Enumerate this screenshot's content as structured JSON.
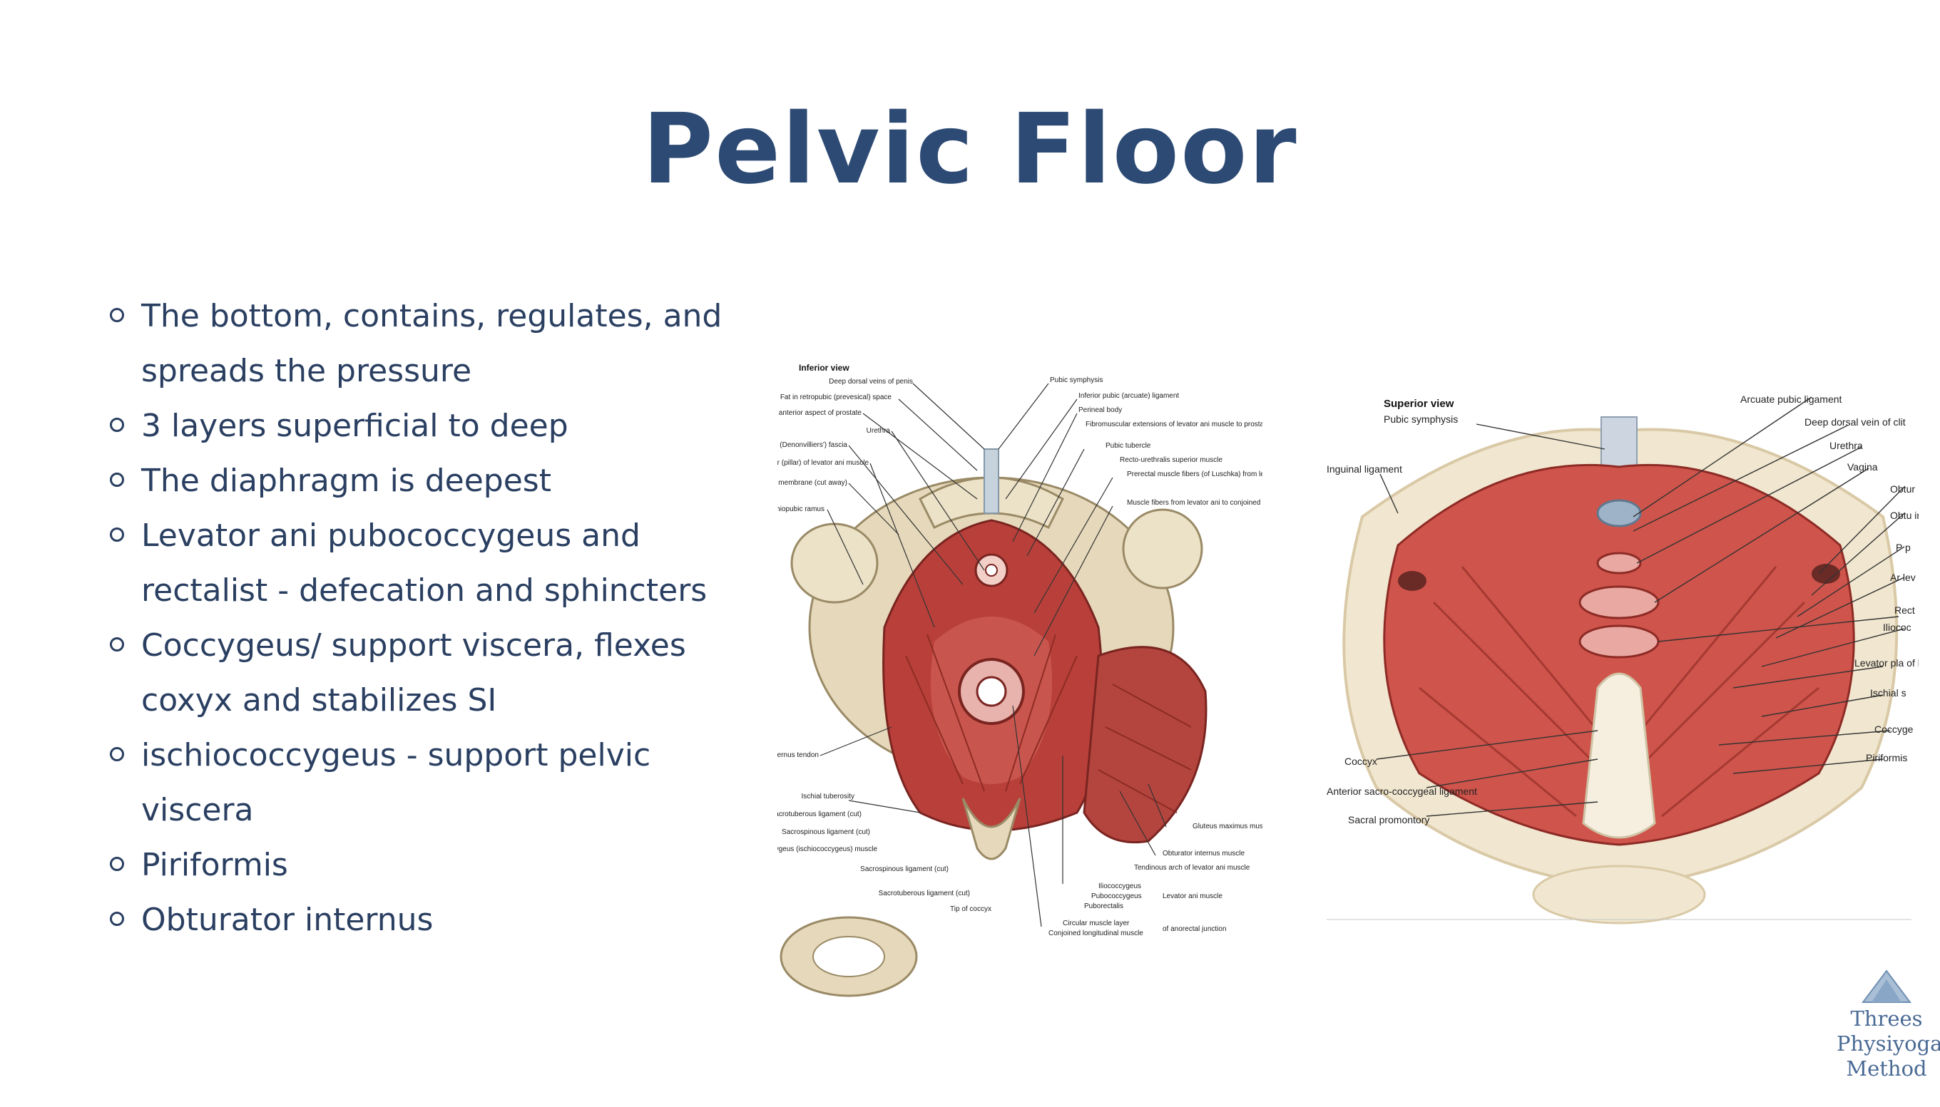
{
  "slide": {
    "title": "Pelvic Floor",
    "bullets": [
      "The bottom, contains, regulates, and spreads the pressure",
      "3 layers superficial to deep",
      "The diaphragm is deepest",
      "Levator ani pubococcygeus and rectalist - defecation and sphincters",
      "Coccygeus/ support viscera, flexes coxyx and stabilizes SI",
      "ischiococcygeus - support pelvic viscera",
      "Piriformis",
      "Obturator internus"
    ]
  },
  "figure_left": {
    "view_label": "Inferior view",
    "labels_left": [
      "Deep dorsal veins of penis",
      "Fat in retropubic (prevesical) space",
      "Sphincter urethrae muscle ascending anterior aspect of prostate",
      "Urethra",
      "Rectoprostatic (Denonvilliers') fascia",
      "Medial border (pillar) of levator ani muscle",
      "Perineal membrane (cut away)",
      "Ischiopubic ramus",
      "Obturator internus tendon",
      "Ischial tuberosity",
      "Sacrotuberous ligament (cut)",
      "Sacrospinous ligament (cut)",
      "Coccygeus (ischiococcygeus) muscle",
      "Sacrospinous ligament (cut)",
      "Sacrotuberous ligament (cut)",
      "Tip of coccyx"
    ],
    "labels_right": [
      "Pubic symphysis",
      "Inferior pubic (arcuate) ligament",
      "Perineal body",
      "Fibromuscular extensions of levator ani muscle to prostate",
      "Pubic tubercle",
      "Recto-urethralis superior muscle",
      "Prerectal muscle fibers (of Luschka) from levator ani muscle",
      "Muscle fibers from levator ani to conjoined longitudinal muscle of anal canal",
      "Gluteus maximus muscle",
      "Obturator internus muscle",
      "Tendinous arch of levator ani muscle",
      "Iliococcygeus",
      "Pubococcygeus",
      "Puborectalis",
      "Levator ani muscle",
      "Circular muscle layer",
      "Conjoined longitudinal muscle",
      "of anorectal junction"
    ]
  },
  "figure_right": {
    "view_label": "Superior view",
    "labels_left": [
      "Pubic symphysis",
      "Inguinal ligament",
      "Coccyx",
      "Anterior sacro-coccygeal ligament",
      "Sacral promontory"
    ],
    "labels_right": [
      "Arcuate pubic ligament",
      "Deep dorsal vein of clit",
      "Urethra",
      "Vagina",
      "Obtur",
      "Obtu inter",
      "P p",
      "Ar lev",
      "Rect",
      "Iliococ",
      "Levator pla of levator a",
      "Ischial s",
      "Coccyge",
      "Piriformis"
    ]
  },
  "logo": {
    "line1": "Threes",
    "line2": "Physiyoga",
    "line3": "Method"
  },
  "colors": {
    "title": "#2d4a74",
    "text": "#2a3f61",
    "muscle": "#c8473f",
    "bone": "#e8dcc0",
    "logo": "#4a6a94"
  }
}
